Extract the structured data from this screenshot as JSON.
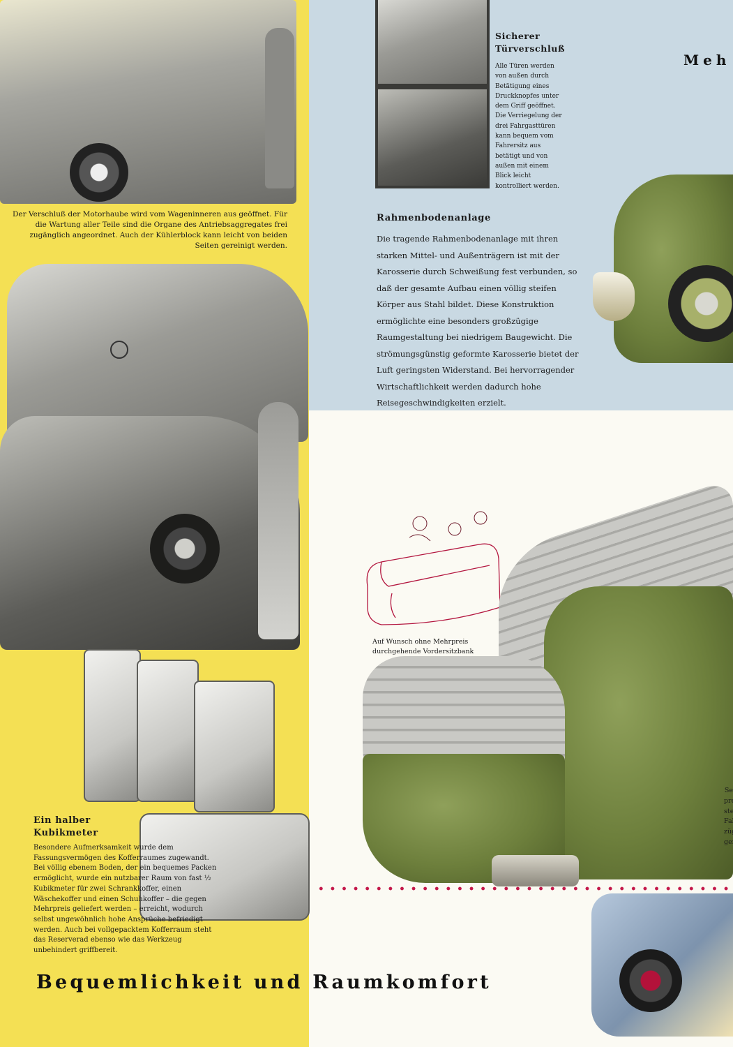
{
  "title": "Bequemlichkeit und Raumkomfort",
  "partial_heading": "Meh",
  "hood_caption": "Der Verschluß der Motorhaube wird vom Wageninneren aus geöffnet. Für die Wartung aller Teile sind die Organe des Antriebsaggregates frei zugänglich angeordnet. Auch der Kühlerblock kann leicht von beiden Seiten gereinigt werden.",
  "door_lock": {
    "heading_line1": "Sicherer",
    "heading_line2": "Türverschluß",
    "text": "Alle Türen werden von außen durch Betätigung eines Druckknopfes unter dem Griff geöffnet. Die Verriegelung der drei Fahrgasttüren kann bequem vom Fahrersitz aus betätigt und von außen mit einem Blick leicht kontrolliert werden."
  },
  "frame": {
    "heading": "Rahmenbodenanlage",
    "text": "Die tragende Rahmenbodenanlage mit ihren starken Mittel- und Außenträgern ist mit der Karosserie durch Schweißung fest verbunden, so daß der gesamte Aufbau einen völlig steifen Körper aus Stahl bildet. Diese Konstruktion ermöglichte eine besonders großzügige Raumgestaltung bei niedrigem Baugewicht. Die strömungsgünstig geformte Karosserie bietet der Luft geringsten Widerstand. Bei hervorragender Wirtschaftlichkeit werden dadurch hohe Reisegeschwindigkeiten erzielt."
  },
  "bench_caption_line1": "Auf Wunsch ohne Mehrpreis",
  "bench_caption_line2": "durchgehende Vordersitzbank",
  "trunk": {
    "heading_line1": "Ein halber",
    "heading_line2": "Kubikmeter",
    "text": "Besondere Aufmerksamkeit wurde dem Fassungsvermögen des Kofferraumes zugewandt. Bei völlig ebenem Boden, der ein bequemes Packen ermöglicht, wurde ein nutzbarer Raum von fast ½ Kubikmeter für zwei Schrankkoffer, einen Wäschekoffer und einen Schuhkoffer – die gegen Mehrpreis geliefert werden – erreicht, wodurch selbst ungewöhnlich hohe Ansprüche befriedigt werden. Auch bei vollgepacktem Kofferraum steht das Reserverad ebenso wie das Werkzeug unbehindert griffbereit."
  },
  "right_edge_fragments": [
    "Se",
    "pre",
    "stellb",
    "Fahrt",
    "züge fü",
    "genehm b"
  ]
}
